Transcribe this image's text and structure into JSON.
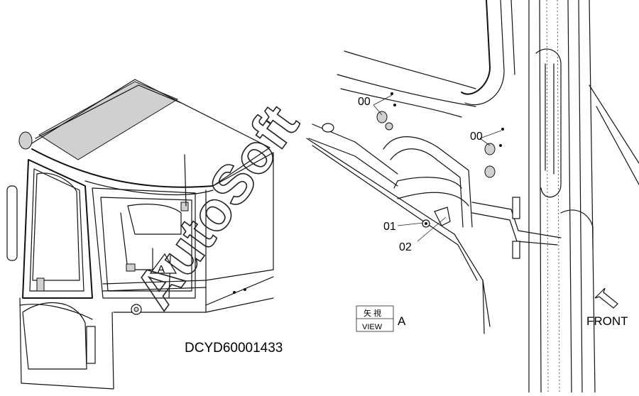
{
  "drawing_number": "DCYD60001433",
  "view_marker": "A",
  "view_box": {
    "kanji": "矢 視",
    "label": "VIEW",
    "letter": "A"
  },
  "front_label": "FRONT",
  "watermark": "AutoSoft",
  "callouts": [
    {
      "id": "00"
    },
    {
      "id": "00"
    },
    {
      "id": "01"
    },
    {
      "id": "02"
    }
  ]
}
